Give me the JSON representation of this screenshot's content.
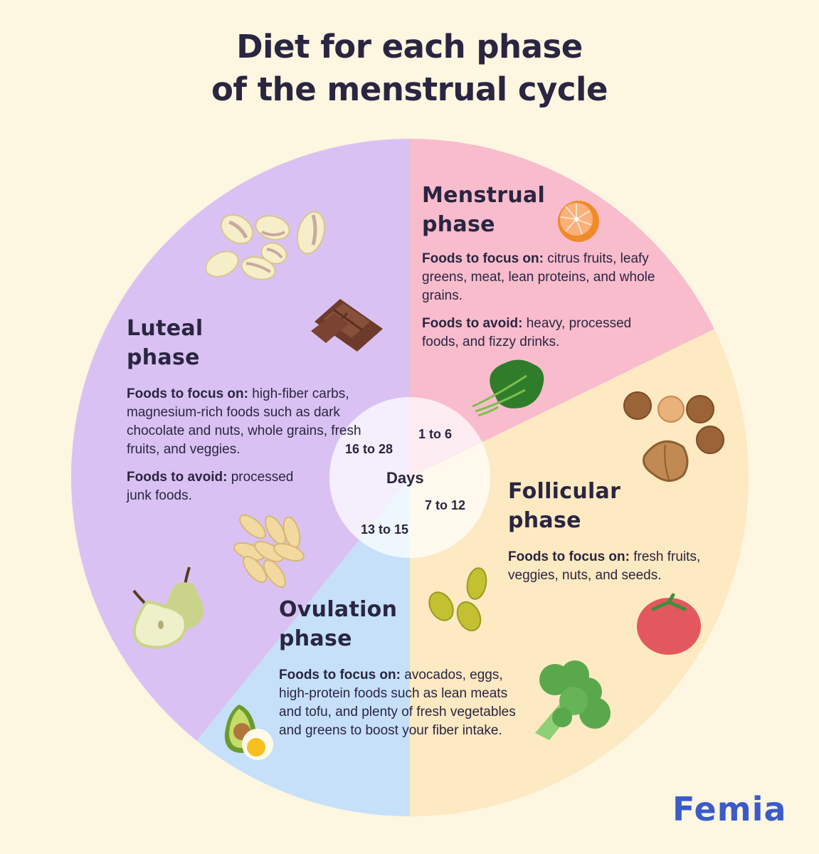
{
  "title": {
    "line1": "Diet for each phase",
    "line2": "of the menstrual cycle"
  },
  "colors": {
    "background": "#fdf6e1",
    "menstrual": "#f8bccd",
    "follicular": "#fde9c2",
    "ovulation": "#c6e0fa",
    "luteal": "#d9c2f3",
    "center": "#ffffff",
    "text": "#2a2540",
    "logo": "#3b5bc9"
  },
  "center": {
    "label": "Days",
    "ranges": {
      "menstrual": "1 to 6",
      "follicular": "7 to 12",
      "ovulation": "13 to 15",
      "luteal": "16 to 28"
    }
  },
  "phases": {
    "menstrual": {
      "title_line1": "Menstrual",
      "title_line2": "phase",
      "focus_label": "Foods to focus on:",
      "focus_text": " citrus fruits, leafy greens, meat, lean proteins, and whole grains.",
      "avoid_label": "Foods to avoid:",
      "avoid_text": " heavy, processed foods, and fizzy drinks.",
      "icons": [
        "orange-icon",
        "spinach-icon"
      ]
    },
    "follicular": {
      "title_line1": "Follicular",
      "title_line2": "phase",
      "focus_label": "Foods to focus on:",
      "focus_text": " fresh fruits, veggies, nuts, and seeds.",
      "icons": [
        "hazelnuts-icon",
        "walnut-icon",
        "pumpkin-seeds-icon",
        "tomato-icon",
        "broccoli-icon"
      ]
    },
    "ovulation": {
      "title_line1": "Ovulation",
      "title_line2": "phase",
      "focus_label": "Foods to focus on:",
      "focus_text": " avocados, eggs, high-protein foods such as lean meats and tofu, and plenty of fresh vegetables and greens to boost your fiber intake.",
      "icons": [
        "avocado-icon",
        "egg-icon"
      ]
    },
    "luteal": {
      "title_line1": "Luteal",
      "title_line2": "phase",
      "focus_label": "Foods to focus on:",
      "focus_text": " high-fiber carbs, magnesium-rich foods such as dark chocolate and nuts, whole grains, fresh fruits, and veggies.",
      "avoid_label": "Foods to avoid:",
      "avoid_text": " processed junk foods.",
      "icons": [
        "pistachios-icon",
        "chocolate-icon",
        "oats-icon",
        "pear-icon"
      ]
    }
  },
  "logo": "Femia"
}
